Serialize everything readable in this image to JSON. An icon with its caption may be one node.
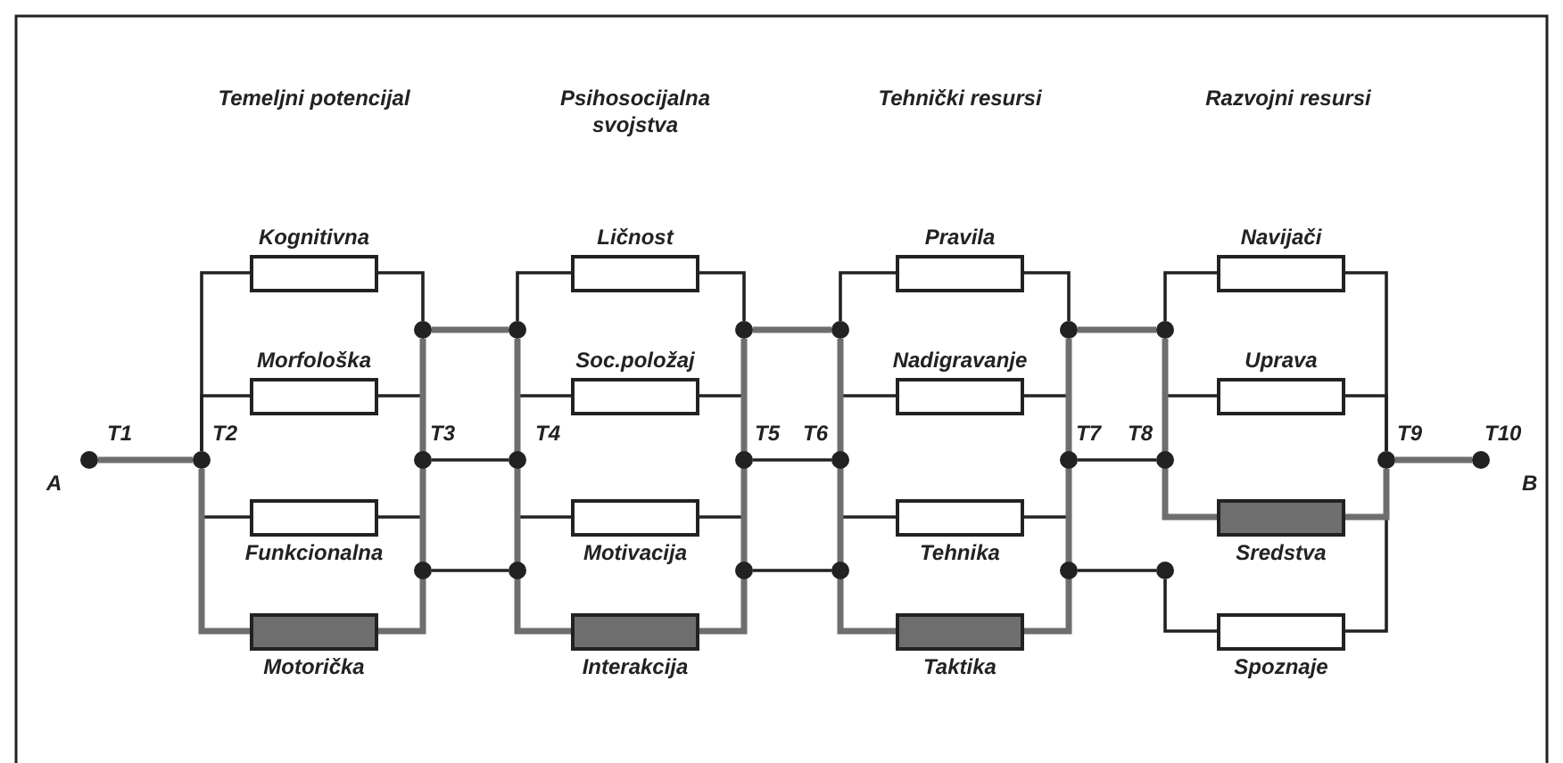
{
  "diagram": {
    "nodes": [
      {
        "text": [],
        "shape": "circle",
        "beside": [
          "T1"
        ]
      },
      {
        "text": [],
        "shape": "circle",
        "beside": [
          "T2"
        ]
      },
      {
        "text": [
          "Kognitivna"
        ]
      },
      {
        "text": [
          "Morfološka"
        ]
      },
      {
        "text": [
          "Funkcionalna"
        ]
      },
      {
        "text": [
          "Motorička"
        ]
      },
      {
        "text": [],
        "shape": "circle"
      },
      {
        "text": [],
        "shape": "circle",
        "beside": [
          "T3"
        ]
      },
      {
        "text": [],
        "shape": "circle"
      },
      {
        "text": [],
        "shape": "circle"
      },
      {
        "text": [],
        "shape": "circle",
        "beside": [
          "T4"
        ]
      },
      {
        "text": [],
        "shape": "circle"
      },
      {
        "text": [
          "Ličnost"
        ]
      },
      {
        "text": [
          "Soc.položaj"
        ]
      },
      {
        "text": [
          "Motivacija"
        ]
      },
      {
        "text": [
          "Interakcija"
        ]
      },
      {
        "text": [],
        "shape": "circle"
      },
      {
        "text": [],
        "shape": "circle",
        "beside": [
          "T5"
        ]
      },
      {
        "text": [],
        "shape": "circle"
      },
      {
        "text": [],
        "shape": "circle"
      },
      {
        "text": [],
        "shape": "circle",
        "beside": [
          "T6"
        ]
      },
      {
        "text": [],
        "shape": "circle"
      },
      {
        "text": [
          "Pravila"
        ]
      },
      {
        "text": [
          "Nadigravanje"
        ]
      },
      {
        "text": [
          "Tehnika"
        ]
      },
      {
        "text": [
          "Taktika"
        ]
      },
      {
        "text": [],
        "shape": "circle"
      },
      {
        "text": [],
        "shape": "circle",
        "beside": [
          "T7"
        ]
      },
      {
        "text": [],
        "shape": "circle"
      },
      {
        "text": [],
        "shape": "circle"
      },
      {
        "text": [],
        "shape": "circle",
        "beside": [
          "T8"
        ]
      },
      {
        "text": [],
        "shape": "circle"
      },
      {
        "text": [
          "Navijači"
        ]
      },
      {
        "text": [
          "Uprava"
        ]
      },
      {
        "text": [
          "Sredstva"
        ]
      },
      {
        "text": [
          "Spoznaje"
        ]
      },
      {
        "text": [],
        "shape": "circle",
        "beside": [
          "T9"
        ]
      },
      {
        "text": [],
        "shape": "circle",
        "beside": [
          "T10"
        ]
      }
    ],
    "edges": [
      {
        "from": 0,
        "to": 1,
        "arrow": "none",
        "style": "thick",
        "color": "#6e6e6e"
      },
      {
        "from": 1,
        "to": 2,
        "arrow": "none"
      },
      {
        "from": 1,
        "to": 3,
        "arrow": "none"
      },
      {
        "from": 1,
        "to": 4,
        "arrow": "none"
      },
      {
        "from": 1,
        "to": 5,
        "arrow": "none",
        "style": "thick",
        "color": "#6e6e6e"
      },
      {
        "from": 2,
        "to": 6,
        "arrow": "none"
      },
      {
        "from": 3,
        "to": 7,
        "arrow": "none"
      },
      {
        "from": 4,
        "to": 7,
        "arrow": "none"
      },
      {
        "from": 5,
        "to": 6,
        "arrow": "none",
        "style": "thick",
        "color": "#6e6e6e"
      },
      {
        "from": 6,
        "to": 9,
        "arrow": "none",
        "style": "thick",
        "color": "#6e6e6e"
      },
      {
        "from": 7,
        "to": 10,
        "arrow": "none"
      },
      {
        "from": 8,
        "to": 11,
        "arrow": "none"
      },
      {
        "from": 9,
        "to": 12,
        "arrow": "none"
      },
      {
        "from": 10,
        "to": 13,
        "arrow": "none"
      },
      {
        "from": 10,
        "to": 14,
        "arrow": "none"
      },
      {
        "from": 9,
        "to": 15,
        "arrow": "none",
        "style": "thick",
        "color": "#6e6e6e"
      },
      {
        "from": 12,
        "to": 16,
        "arrow": "none"
      },
      {
        "from": 13,
        "to": 17,
        "arrow": "none"
      },
      {
        "from": 14,
        "to": 17,
        "arrow": "none"
      },
      {
        "from": 15,
        "to": 16,
        "arrow": "none",
        "style": "thick",
        "color": "#6e6e6e"
      },
      {
        "from": 16,
        "to": 19,
        "arrow": "none",
        "style": "thick",
        "color": "#6e6e6e"
      },
      {
        "from": 17,
        "to": 20,
        "arrow": "none"
      },
      {
        "from": 18,
        "to": 21,
        "arrow": "none"
      },
      {
        "from": 19,
        "to": 22,
        "arrow": "none"
      },
      {
        "from": 20,
        "to": 23,
        "arrow": "none"
      },
      {
        "from": 20,
        "to": 24,
        "arrow": "none"
      },
      {
        "from": 19,
        "to": 25,
        "arrow": "none",
        "style": "thick",
        "color": "#6e6e6e"
      },
      {
        "from": 22,
        "to": 26,
        "arrow": "none"
      },
      {
        "from": 23,
        "to": 27,
        "arrow": "none"
      },
      {
        "from": 24,
        "to": 27,
        "arrow": "none"
      },
      {
        "from": 25,
        "to": 26,
        "arrow": "none",
        "style": "thick",
        "color": "#6e6e6e"
      },
      {
        "from": 26,
        "to": 29,
        "arrow": "none",
        "style": "thick",
        "color": "#6e6e6e"
      },
      {
        "from": 27,
        "to": 30,
        "arrow": "none"
      },
      {
        "from": 28,
        "to": 31,
        "arrow": "none"
      },
      {
        "from": 29,
        "to": 32,
        "arrow": "none"
      },
      {
        "from": 30,
        "to": 33,
        "arrow": "none"
      },
      {
        "from": 29,
        "to": 34,
        "arrow": "none",
        "style": "thick",
        "color": "#6e6e6e"
      },
      {
        "from": 31,
        "to": 35,
        "arrow": "none"
      },
      {
        "from": 32,
        "to": 36,
        "arrow": "none"
      },
      {
        "from": 33,
        "to": 36,
        "arrow": "none"
      },
      {
        "from": 34,
        "to": 36,
        "arrow": "none",
        "style": "thick",
        "color": "#6e6e6e"
      },
      {
        "from": 35,
        "to": 36,
        "arrow": "none"
      },
      {
        "from": 36,
        "to": 37,
        "arrow": "none",
        "style": "thick",
        "color": "#6e6e6e"
      }
    ],
    "labels": [
      "Temeljni potencijal",
      "Psihosocijalna svojstva",
      "Tehnički resursi",
      "Razvojni resursi",
      "A",
      "B"
    ]
  }
}
